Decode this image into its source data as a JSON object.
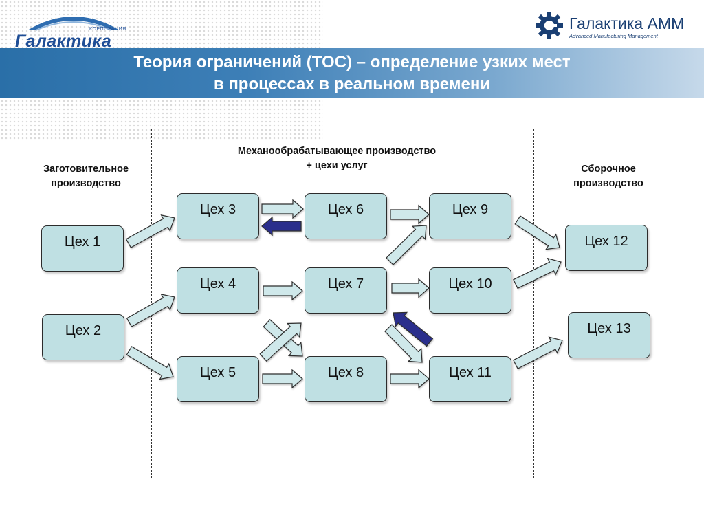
{
  "header": {
    "logo_left": {
      "small": "КОРПОРАЦИЯ",
      "word": "Галактика"
    },
    "logo_right": {
      "name": "Галактика АММ",
      "sub": "Advanced Manufacturing Management"
    },
    "title_line1": "Теория ограничений (TOC) – определение узких мест",
    "title_line2": "в процессах в реальном времени"
  },
  "sections": {
    "left": "Заготовительное производство",
    "middle": "Механообрабатывающее производство + цехи услуг",
    "right": "Сборочное производство"
  },
  "nodes": [
    {
      "id": "n1",
      "label": "Цех 1"
    },
    {
      "id": "n2",
      "label": "Цех 2"
    },
    {
      "id": "n3",
      "label": "Цех 3"
    },
    {
      "id": "n4",
      "label": "Цех 4"
    },
    {
      "id": "n5",
      "label": "Цех 5"
    },
    {
      "id": "n6",
      "label": "Цех 6"
    },
    {
      "id": "n7",
      "label": "Цех 7"
    },
    {
      "id": "n8",
      "label": "Цех 8"
    },
    {
      "id": "n9",
      "label": "Цех 9"
    },
    {
      "id": "n10",
      "label": "Цех 10"
    },
    {
      "id": "n11",
      "label": "Цех 11"
    },
    {
      "id": "n12",
      "label": "Цех 12"
    },
    {
      "id": "n13",
      "label": "Цех 13"
    }
  ],
  "edges": [
    {
      "from": "Цех 1",
      "to": "Цех 3",
      "kind": "flow"
    },
    {
      "from": "Цех 2",
      "to": "Цех 4",
      "kind": "flow"
    },
    {
      "from": "Цех 2",
      "to": "Цех 5",
      "kind": "flow"
    },
    {
      "from": "Цех 3",
      "to": "Цех 6",
      "kind": "flow"
    },
    {
      "from": "Цех 6",
      "to": "Цех 3",
      "kind": "return"
    },
    {
      "from": "Цех 4",
      "to": "Цех 7",
      "kind": "flow"
    },
    {
      "from": "Цех 4",
      "to": "Цех 8",
      "kind": "flow"
    },
    {
      "from": "Цех 5",
      "to": "Цех 7",
      "kind": "flow"
    },
    {
      "from": "Цех 5",
      "to": "Цех 8",
      "kind": "flow"
    },
    {
      "from": "Цех 6",
      "to": "Цех 9",
      "kind": "flow"
    },
    {
      "from": "Цех 7",
      "to": "Цех 9",
      "kind": "flow"
    },
    {
      "from": "Цех 7",
      "to": "Цех 10",
      "kind": "flow"
    },
    {
      "from": "Цех 7",
      "to": "Цех 11",
      "kind": "flow"
    },
    {
      "from": "Цех 11",
      "to": "Цех 7",
      "kind": "return"
    },
    {
      "from": "Цех 8",
      "to": "Цех 11",
      "kind": "flow"
    },
    {
      "from": "Цех 9",
      "to": "Цех 12",
      "kind": "flow"
    },
    {
      "from": "Цех 10",
      "to": "Цех 12",
      "kind": "flow"
    },
    {
      "from": "Цех 11",
      "to": "Цех 13",
      "kind": "flow"
    }
  ],
  "colors": {
    "node_fill": "#bfe0e3",
    "flow_arrow": "#cfe8ea",
    "return_arrow": "#2b2e8c",
    "banner": "#2a6fa8"
  }
}
